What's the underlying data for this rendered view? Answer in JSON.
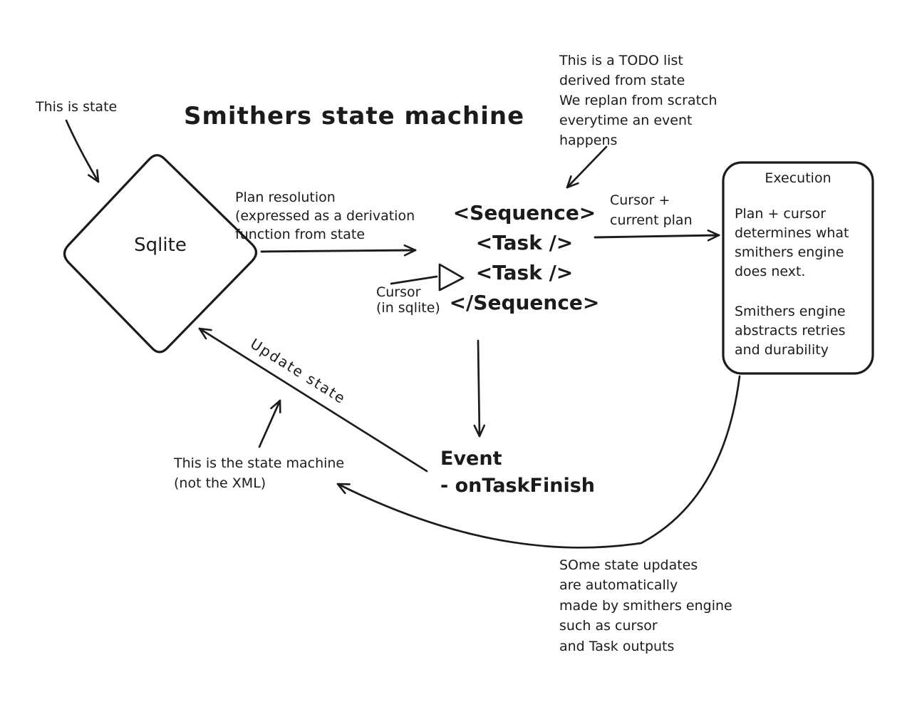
{
  "title": "Smithers state machine",
  "colors": {
    "ink": "#1b1b1b",
    "background": "#ffffff"
  },
  "nodes": {
    "sqlite": {
      "label": "Sqlite"
    },
    "plan_xml": {
      "lines": [
        "<Sequence>",
        "<Task />",
        "<Task />",
        "</Sequence>"
      ]
    },
    "execution": {
      "title": "Execution",
      "body1": [
        "Plan + cursor",
        "determines what",
        "smithers engine",
        "does next."
      ],
      "body2": [
        "Smithers engine",
        "abstracts retries",
        "and durability"
      ]
    },
    "event": {
      "title": "Event",
      "item": "- onTaskFinish"
    }
  },
  "annotations": {
    "state_label": "This is state",
    "todo_note": [
      "This is a TODO list",
      "derived from state",
      "We replan from scratch",
      "everytime an event",
      "happens"
    ],
    "plan_resolution": [
      "Plan resolution",
      "(expressed as a derivation",
      "function from state"
    ],
    "cursor_label": [
      "Cursor",
      "(in sqlite)"
    ],
    "cursor_plan": [
      "Cursor +",
      "current plan"
    ],
    "update_state": "Update state",
    "state_machine_note": [
      "This is the state machine",
      "(not the XML)"
    ],
    "auto_updates_note": [
      "SOme state updates",
      "are automatically",
      "made by smithers engine",
      "such as cursor",
      "and Task outputs"
    ]
  }
}
